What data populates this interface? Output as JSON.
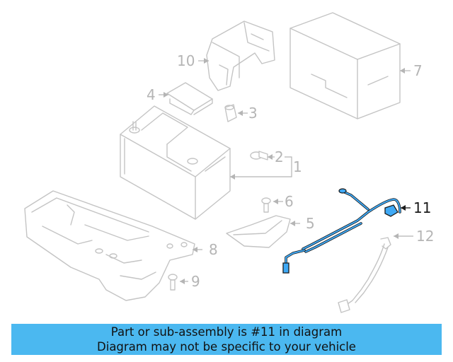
{
  "diagram": {
    "callouts": {
      "c1": "1",
      "c2": "2",
      "c3": "3",
      "c4": "4",
      "c5": "5",
      "c6": "6",
      "c7": "7",
      "c8": "8",
      "c9": "9",
      "c10": "10",
      "c11": "11",
      "c12": "12"
    },
    "highlighted_part": "11",
    "colors": {
      "highlight": "#3fa9f5",
      "part_line": "#c4c4c4",
      "banner": "#4bb8f0"
    }
  },
  "banner": {
    "line1": "Part or sub-assembly is #11 in diagram",
    "line2": "Diagram may not be specific to your vehicle"
  }
}
